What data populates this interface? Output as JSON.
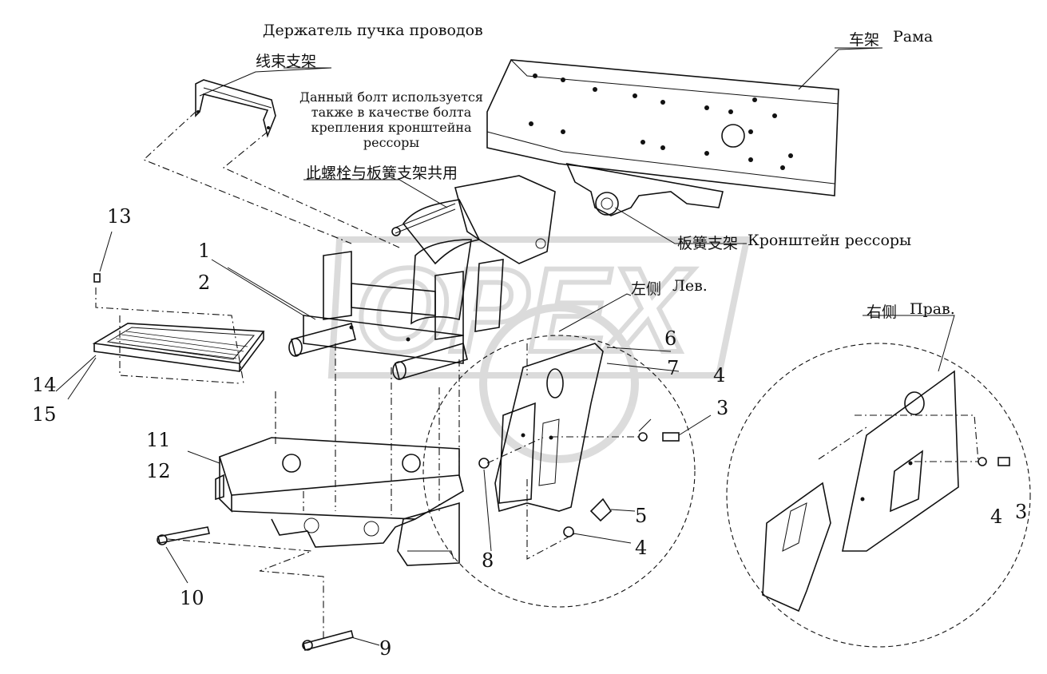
{
  "labels": {
    "wire_holder_ru": "Держатель пучка проводов",
    "wire_holder_cn": "线束支架",
    "frame_cn": "车架",
    "frame_ru": "Рама",
    "bolt_note_ru": "Данный болт используется также в качестве болта крепления кронштейна рессоры",
    "bolt_note_cn": "此螺栓与板簧支架共用",
    "spring_bracket_cn": "板簧支架",
    "spring_bracket_ru": "Кронштейн рессоры",
    "left_cn": "左侧",
    "left_ru": "Лев.",
    "right_cn": "右侧",
    "right_ru": "Прав."
  },
  "callouts": {
    "n1": "1",
    "n2": "2",
    "n3a": "3",
    "n3b": "3",
    "n4a": "4",
    "n4b": "4",
    "n4c": "4",
    "n5": "5",
    "n6": "6",
    "n7": "7",
    "n8": "8",
    "n9": "9",
    "n10": "10",
    "n11": "11",
    "n12": "12",
    "n13": "13",
    "n14": "14",
    "n15": "15"
  },
  "watermark": "OPEX"
}
